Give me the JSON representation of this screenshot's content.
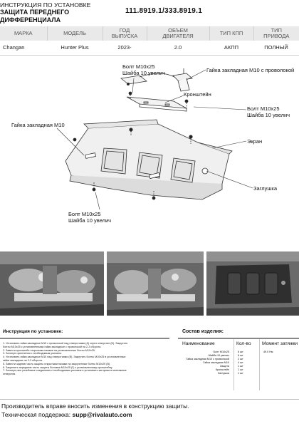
{
  "header": {
    "line1": "ИНСТРУКЦИЯ ПО УСТАНОВКЕ",
    "line2": "ЗАЩИТА ПЕРЕДНЕГО",
    "line3": "ДИФФЕРЕНЦИАЛА",
    "article": "111.8919.1/333.8919.1"
  },
  "spec_table": {
    "headers": [
      [
        "МАРКА",
        ""
      ],
      [
        "МОДЕЛЬ",
        ""
      ],
      [
        "ГОД",
        "ВЫПУСКА"
      ],
      [
        "ОБЪЕМ",
        "ДВИГАТЕЛЯ"
      ],
      [
        "ТИП КПП",
        ""
      ],
      [
        "ТИП",
        "ПРИВОДА"
      ]
    ],
    "row": [
      "Changan",
      "Hunter Plus",
      "2023-",
      "2.0",
      "АКПП",
      "ПОЛНЫЙ"
    ]
  },
  "diagram_labels": {
    "nut_wire": "Гайка закладная М10 с проволокой",
    "bracket": "Кронштейн",
    "bolt_top_1": "Болт М10х25",
    "bolt_top_2": "Шайба 10 увелич",
    "nut_left": "Гайка закладная М10",
    "bolt_left_1": "Болт М10х25",
    "bolt_left_2": "Шайба 10 увелич",
    "screen": "Экран",
    "plug": "Заглушка",
    "bolt_bottom_1": "Болт М10х25",
    "bolt_bottom_2": "Шайба 10 увелич"
  },
  "instructions": {
    "title": "Инструкция по установке:",
    "steps": [
      "1. Установить гайки закладные М10 с проволокой над отверстиями (А) через отверстие (Б). Закрутить",
      "болты М10х25 с установленными гайки закладные с проволокой на 2-3 оборота.",
      "2. Завести кронштейн открытыми пазами на установленные болты М10х25.",
      "3. Затянуть крепления с необходимым усилием.",
      "4. Установить гайки закладные М10 над отверстиями (В). Закрутить болты М10х25 в установленные",
      "гайки закладные на 2-3 оборота.",
      "5. Завести заднюю часть защиты открытыми пазами на закрученные болты М10х25 (В).",
      "6. Закрепить переднюю часть защиты болтами М10х25 (Г) к установленному кронштейну.",
      "7. Затянуть все резьбовые соединения с необходимым усилием и установить заглушки в монтажные",
      "отверстия."
    ]
  },
  "composition": {
    "title": "Состав изделия:",
    "headers": [
      "Наименование",
      "Кол-во",
      "Момент затяжки"
    ],
    "rows": [
      {
        "name": "Болт М10х25",
        "qty": "6 шт",
        "torque": "49.0 Нм"
      },
      {
        "name": "Шайба 10 увелич",
        "qty": "6 шт",
        "torque": ""
      },
      {
        "name": "Гайка закладная М10 с проволокой",
        "qty": "2 шт",
        "torque": ""
      },
      {
        "name": "Гайка закладная М10",
        "qty": "4 шт",
        "torque": ""
      },
      {
        "name": "Защита",
        "qty": "1 шт",
        "torque": ""
      },
      {
        "name": "Кронштейн",
        "qty": "1 шт",
        "torque": ""
      },
      {
        "name": "Заглушка",
        "qty": "1 шт",
        "torque": ""
      }
    ]
  },
  "footer": {
    "note": "Производитель вправе вносить изменения в конструкцию защиты.",
    "support_label": "Техническая поддержка:",
    "support_email": "supp@rivalauto.com"
  }
}
